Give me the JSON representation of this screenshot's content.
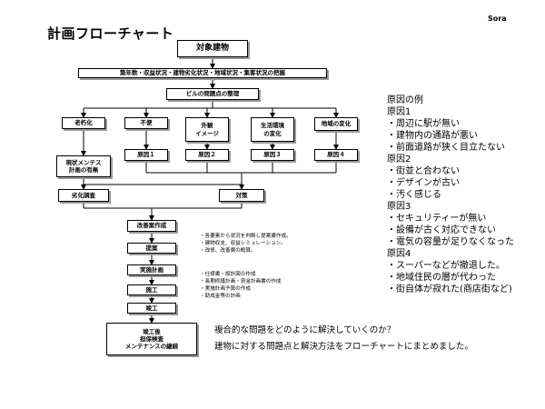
{
  "header": {
    "title": "計画フローチャート",
    "author": "Sora"
  },
  "flow": {
    "target": "対象建物",
    "survey": "築年数・収益状況・建物劣化状況・地域状況・集客状況の把握",
    "issues": "ビルの問題点の整理",
    "categories": [
      "老朽化",
      "不便",
      "外観\nイメージ",
      "生活環境\nの変化",
      "地域の変化"
    ],
    "status_check": "現状メンテス\n計画の有無",
    "causes": [
      "原因１",
      "原因２",
      "原因３",
      "原因４"
    ],
    "deterioration_survey": "劣化調査",
    "countermeasure": "対策",
    "steps": [
      "改善案作成",
      "提案",
      "実施計画",
      "施工",
      "竣工"
    ],
    "final": "竣工後\n担保検査\nメンテナンスの継続"
  },
  "notes": {
    "proposal": "・各要素から状況を判断し提案書作成。\n・建物収支、収益シミュレーション。\n・改修、改善費の概算。",
    "plan": "・仕様書・設計図の作成\n・長期修繕計画・資金計画書の作成\n・実施計画予算の作成\n・助成金等の計画"
  },
  "side": {
    "heading": "原因の例",
    "groups": [
      {
        "title": "原因1",
        "items": [
          "・周辺に駅が無い",
          "・建物内の通路が悪い",
          "・前面道路が狭く目立たない"
        ]
      },
      {
        "title": "原因2",
        "items": [
          "・街並と合わない",
          "・デザインが古い",
          "・汚く感じる"
        ]
      },
      {
        "title": "原因3",
        "items": [
          "・セキュリティーが無い",
          "・設備が古く対応できない",
          "・電気の容量が足りなくなった"
        ]
      },
      {
        "title": "原因4",
        "items": [
          "・スーパーなどが撤退した。",
          "・地域住民の層が代わった",
          "・街自体が寂れた(商店街など)"
        ]
      }
    ]
  },
  "footer": {
    "line1": "複合的な問題をどのように解決していくのか？",
    "line2": "建物に対する問題点と解決方法をフローチャートにまとめました。"
  }
}
